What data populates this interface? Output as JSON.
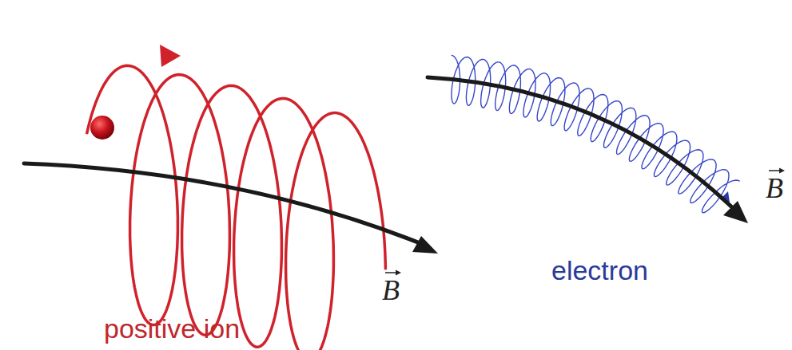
{
  "diagram": {
    "labels": [
      "positive ion",
      "electron",
      "B",
      "B"
    ]
  }
}
